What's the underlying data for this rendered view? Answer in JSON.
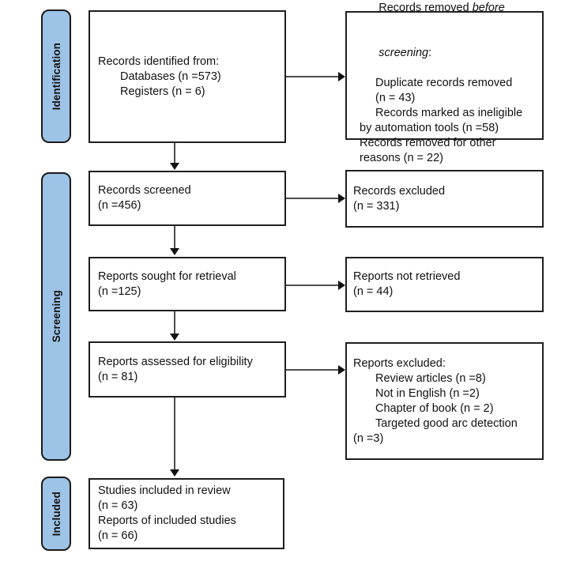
{
  "diagram": {
    "type": "prisma-flow-diagram",
    "accent_color": "#9DC3E6",
    "border_color": "#1f1f1f",
    "connector_color": "#4d4d4d",
    "stages": [
      {
        "id": "identification",
        "label": "Identification"
      },
      {
        "id": "screening",
        "label": "Screening"
      },
      {
        "id": "included",
        "label": "Included"
      }
    ],
    "boxes": {
      "records_identified": {
        "lines": [
          "Records identified from:",
          "Databases (n =573)",
          "Registers (n = 6)"
        ]
      },
      "records_removed": {
        "lines": [
          "Records removed before",
          "screening:",
          "Duplicate records removed",
          "(n = 43)",
          "Records marked as ineligible",
          "by automation tools (n =58)",
          "Records removed for other",
          "reasons (n = 22)"
        ],
        "title_plain": "Records removed ",
        "title_italic": "before",
        "title_italic2": "screening",
        "title_colon": ":"
      },
      "records_screened": {
        "lines": [
          "Records screened",
          "(n =456)"
        ]
      },
      "records_excluded": {
        "lines": [
          "Records excluded",
          "(n = 331)"
        ]
      },
      "reports_sought": {
        "lines": [
          "Reports sought for retrieval",
          "(n =125)"
        ]
      },
      "reports_not_retrieved": {
        "lines": [
          "Reports not retrieved",
          "(n = 44)"
        ]
      },
      "reports_assessed": {
        "lines": [
          "Reports assessed for eligibility",
          "(n = 81)"
        ]
      },
      "reports_excluded": {
        "lines": [
          "Reports excluded:",
          "Review articles (n =8)",
          "Not in English (n =2)",
          "Chapter of book (n = 2)",
          "Targeted good arc detection",
          "(n =3)"
        ]
      },
      "studies_included": {
        "lines": [
          "Studies included in review",
          "(n = 63)",
          "Reports of included studies",
          "(n = 66)"
        ]
      }
    },
    "counts": {
      "databases": 573,
      "registers": 6,
      "duplicates_removed": 43,
      "ineligible_automation": 58,
      "removed_other": 22,
      "records_screened": 456,
      "records_excluded": 331,
      "reports_sought": 125,
      "reports_not_retrieved": 44,
      "reports_assessed": 81,
      "excluded_review_articles": 8,
      "excluded_not_english": 2,
      "excluded_chapter_of_book": 2,
      "excluded_targeted_good_arc": 3,
      "studies_included": 63,
      "reports_included": 66
    }
  }
}
